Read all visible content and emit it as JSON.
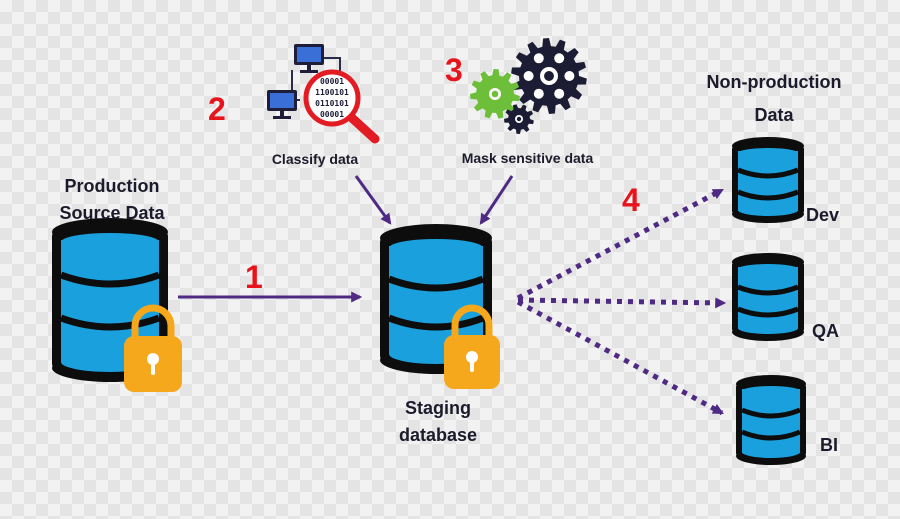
{
  "labels": {
    "production_title": "Production\nSource Data",
    "classify": "Classify data",
    "mask": "Mask sensitive data",
    "staging": "Staging\ndatabase",
    "nonprod_title": "Non-production\nData",
    "dev": "Dev",
    "qa": "QA",
    "bi": "BI"
  },
  "steps": [
    "1",
    "2",
    "3",
    "4"
  ],
  "binary_text": [
    "00001",
    "1100101",
    "0110101",
    "00001"
  ],
  "colors": {
    "db_fill": "#1aa0dc",
    "db_outline": "#0d0d0d",
    "lock": "#f5a81c",
    "arrow": "#4e2a84",
    "step_number": "#e8141b",
    "magnifier": "#e31b23",
    "gear_green": "#6dbf3a",
    "gear_dark": "#1c1c34",
    "monitor": "#3b6fd8"
  },
  "icons": [
    "database-icon",
    "padlock-icon",
    "network-computers-icon",
    "magnifier-icon",
    "gears-icon",
    "arrow-icon"
  ]
}
